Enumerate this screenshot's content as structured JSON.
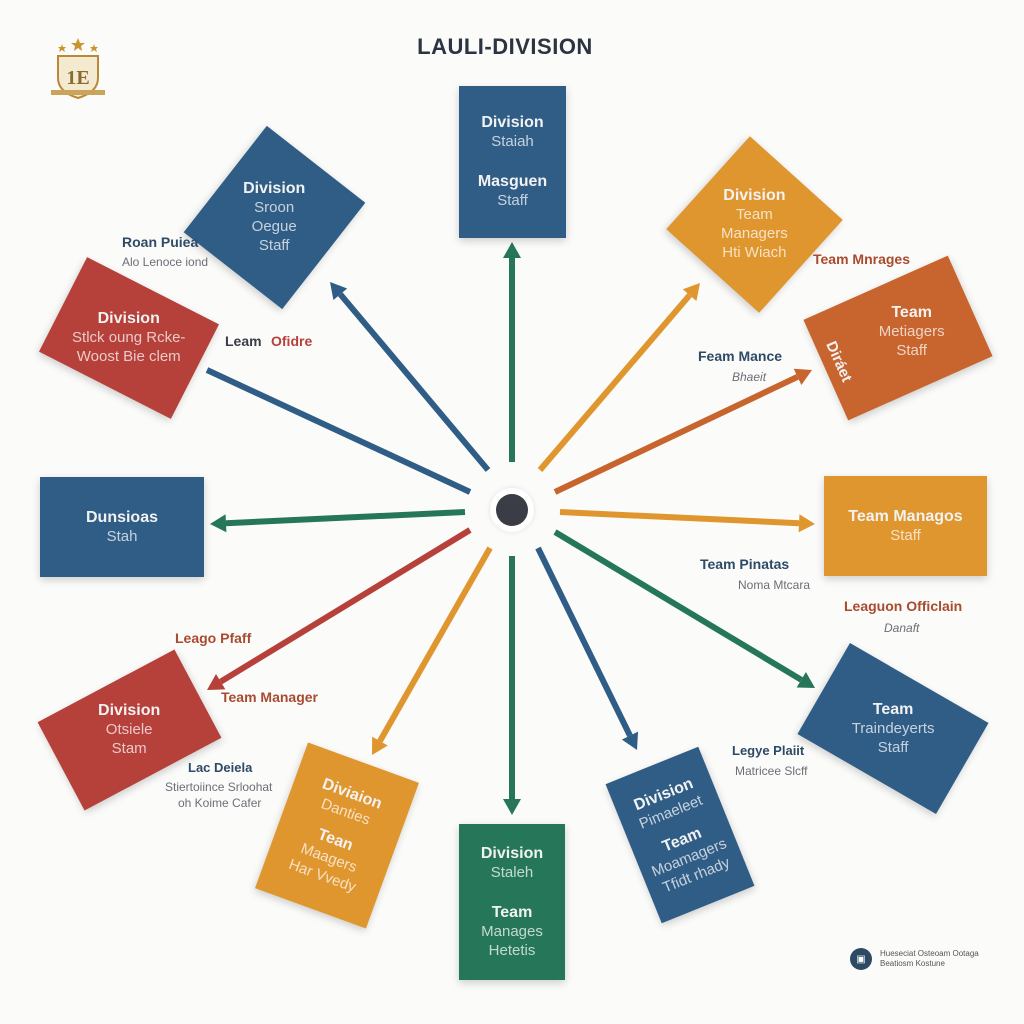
{
  "title": "LAULI-DIVISION",
  "crest_text": "1E",
  "colors": {
    "blue": "#2f5d86",
    "red": "#b6403a",
    "green": "#26775a",
    "orange": "#e0962f",
    "rust": "#c8642d",
    "hub": "#3a3d45"
  },
  "boxes": {
    "top": {
      "l1": "Division",
      "l2": "Staiah",
      "l3": "Masguen",
      "l4": "Staff"
    },
    "top_left": {
      "l1": "Division",
      "l2": "Sroon",
      "l3": "Oegue",
      "l4": "Staff"
    },
    "left_red": {
      "l1": "Division",
      "l2": "Stlck oung Rcke-",
      "l3": "Woost Bie clem"
    },
    "left_blue": {
      "l1": "Dunsioas",
      "l2": "Stah"
    },
    "bottom_left_red": {
      "l1": "Division",
      "l2": "Otsiele",
      "l3": "Stam"
    },
    "bottom_orange": {
      "l1": "Diviaion",
      "l2": "Danties",
      "l3": "Tean",
      "l4": "Maagers",
      "l5": "Har Vvedy"
    },
    "bottom_green": {
      "l1": "Division",
      "l2": "Staleh",
      "l3": "Team",
      "l4": "Manages",
      "l5": "Hetetis"
    },
    "bottom_right_blue": {
      "l1": "Division",
      "l2": "Pimaeleet",
      "l3": "Team",
      "l4": "Moamagers",
      "l5": "Tfidt rhady"
    },
    "right_blue": {
      "l1": "Team",
      "l2": "Traindeyerts",
      "l3": "Staff"
    },
    "right_orange": {
      "l1": "Team Managos",
      "l2": "Staff"
    },
    "right_rust": {
      "side": "Diráet",
      "l1": "Team",
      "l2": "Metiagers",
      "l3": "Staff"
    },
    "top_right": {
      "l1": "Division",
      "l2": "Team",
      "l3": "Managers",
      "l4": "Hti Wiach"
    }
  },
  "labels": {
    "roan_puice": "Roan Puiea",
    "roan_sub": "Alo Lenoce iond",
    "leam_ofidre_1": "Leam",
    "leam_ofidre_2": "Ofidre",
    "team_mnrages": "Team Mnrages",
    "feam_mance": "Feam Mance",
    "feam_sub": "Bhaeit",
    "team_pinatas": "Team Pinatas",
    "team_pinatas_sub": "Noma Mtcara",
    "leaguon": "Leaguon Officlain",
    "leaguon_sub": "Danaft",
    "leago_pfaff": "Leago Pfaff",
    "team_manager": "Team Manager",
    "lac_deiela": "Lac Deiela",
    "lac_sub1": "Stiertoiince Srloohat",
    "lac_sub2": "oh Koime Cafer",
    "legye_plaiit": "Legye Plaiit",
    "legye_sub": "Matricee Slcff"
  },
  "legend": {
    "line1": "Hueseciat Osteoam Ootaga",
    "line2": "Beatiosm Kostune"
  }
}
